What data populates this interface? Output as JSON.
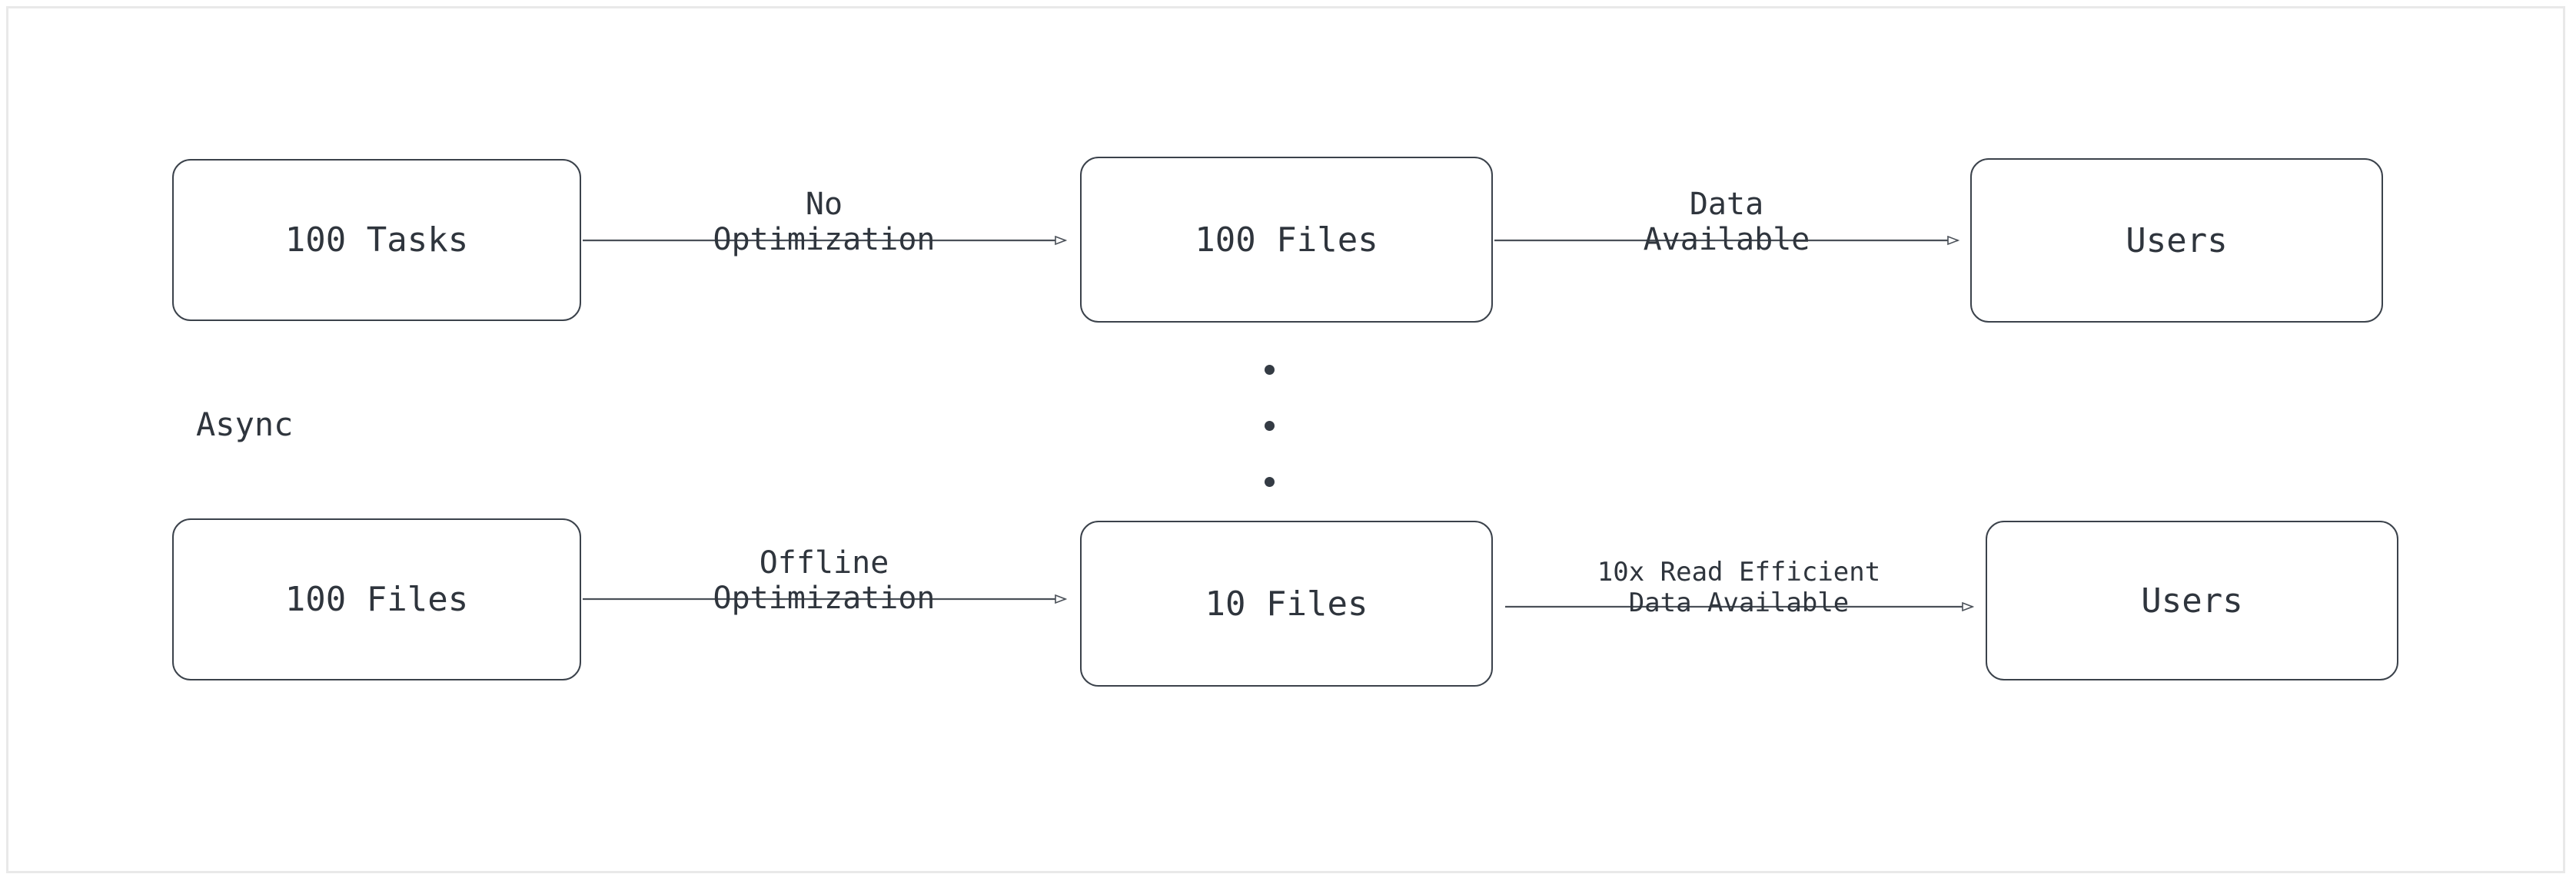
{
  "diagram": {
    "title": "Async offline optimization data flow",
    "colors": {
      "node_border": "#3b424b",
      "text": "#2f353d",
      "edge_line": "#4a5058",
      "frame": "#e9e9e9",
      "background": "#ffffff"
    },
    "free_labels": [
      {
        "id": "async",
        "text": "Async"
      }
    ],
    "ellipsis": {
      "name": "vertical-ellipsis",
      "dot_count": 3
    },
    "rows": [
      {
        "id": "row-unoptimized",
        "nodes": [
          {
            "id": "n1",
            "label": "100 Tasks"
          },
          {
            "id": "n2",
            "label": "100 Files"
          },
          {
            "id": "n3",
            "label": "Users"
          }
        ],
        "edges": [
          {
            "id": "e1",
            "from": "n1",
            "to": "n2",
            "line1": "No",
            "line2": "Optimization",
            "size": "normal"
          },
          {
            "id": "e2",
            "from": "n2",
            "to": "n3",
            "line1": "Data",
            "line2": "Available",
            "size": "normal"
          }
        ]
      },
      {
        "id": "row-optimized",
        "nodes": [
          {
            "id": "n4",
            "label": "100 Files"
          },
          {
            "id": "n5",
            "label": "10 Files"
          },
          {
            "id": "n6",
            "label": "Users"
          }
        ],
        "edges": [
          {
            "id": "e3",
            "from": "n4",
            "to": "n5",
            "line1": "Offline",
            "line2": "Optimization",
            "size": "normal"
          },
          {
            "id": "e4",
            "from": "n5",
            "to": "n6",
            "line1": "10x Read Efficient",
            "line2": "Data Available",
            "size": "small"
          }
        ]
      }
    ]
  }
}
